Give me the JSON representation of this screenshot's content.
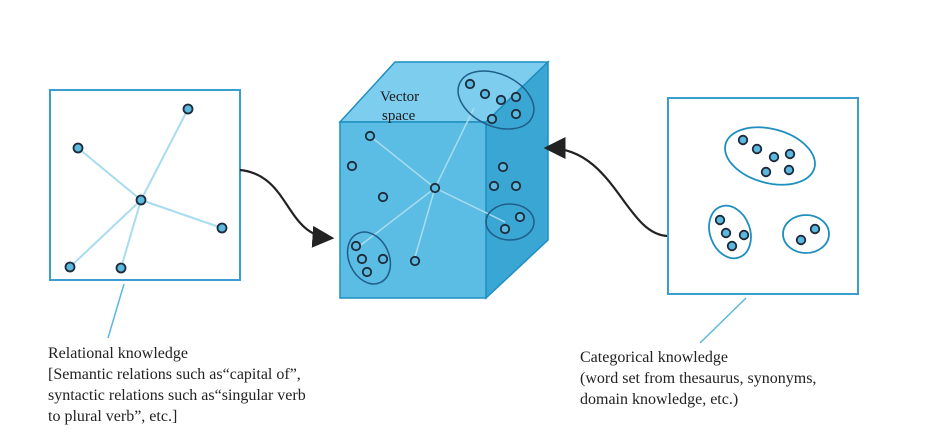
{
  "cube": {
    "label_line1": "Vector",
    "label_line2": "space"
  },
  "left_caption": {
    "title": "Relational knowledge",
    "lines": [
      "[Semantic relations such as“capital of”,",
      "syntactic relations such as“singular verb",
      "to plural verb”, etc.]"
    ]
  },
  "right_caption": {
    "title": "Categorical knowledge",
    "lines": [
      "(word set from thesaurus, synonyms,",
      "domain knowledge, etc.)"
    ]
  },
  "colors": {
    "cube_front": "#5bbde3",
    "cube_top": "#7dcdee",
    "cube_side": "#3aa6d4",
    "edge": "#1f8fc0",
    "line": "#a8dcef",
    "node_fill": "#5bb8df",
    "node_stroke": "#1e2a3a",
    "box_stroke": "#3a9fd0",
    "arrow": "#222222",
    "pointer": "#5bb8df"
  }
}
